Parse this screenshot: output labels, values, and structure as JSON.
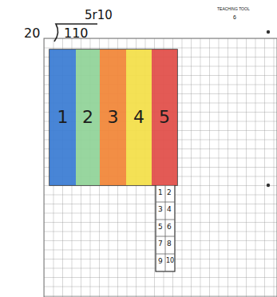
{
  "diagram": {
    "nodes": [
      {
        "text": [
          "1"
        ]
      },
      {
        "text": [
          "2"
        ]
      },
      {
        "text": [
          "3"
        ]
      },
      {
        "text": [
          "4"
        ]
      },
      {
        "text": [
          "5"
        ]
      }
    ],
    "labels": [
      "5r10",
      "20",
      "110",
      "TEACHING TOOL",
      "6",
      "1",
      "2",
      "3",
      "4",
      "5",
      "6",
      "7",
      "8",
      "9",
      "10"
    ]
  }
}
